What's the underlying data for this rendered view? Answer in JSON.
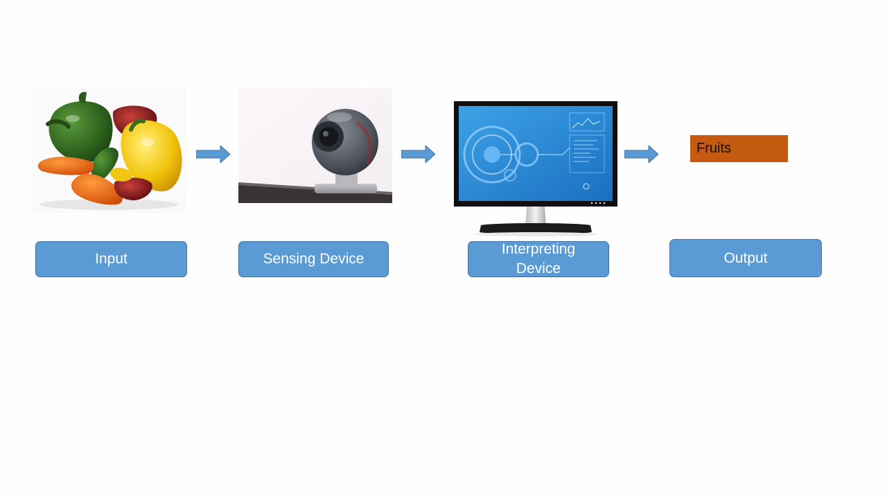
{
  "stages": {
    "input": "Input",
    "sensing": "Sensing Device",
    "interpreting": "Interpreting\nDevice",
    "output": "Output"
  },
  "output_result": "Fruits",
  "icons": {
    "input_image": "bell-peppers-photo",
    "sensing_image": "webcam-photo",
    "interpreting_image": "computer-monitor-photo",
    "arrow": "right-arrow-icon"
  },
  "colors": {
    "stage_fill": "#5b9bd5",
    "stage_border": "#41719c",
    "output_fill": "#c55a11",
    "arrow_fill": "#5b9bd5"
  }
}
